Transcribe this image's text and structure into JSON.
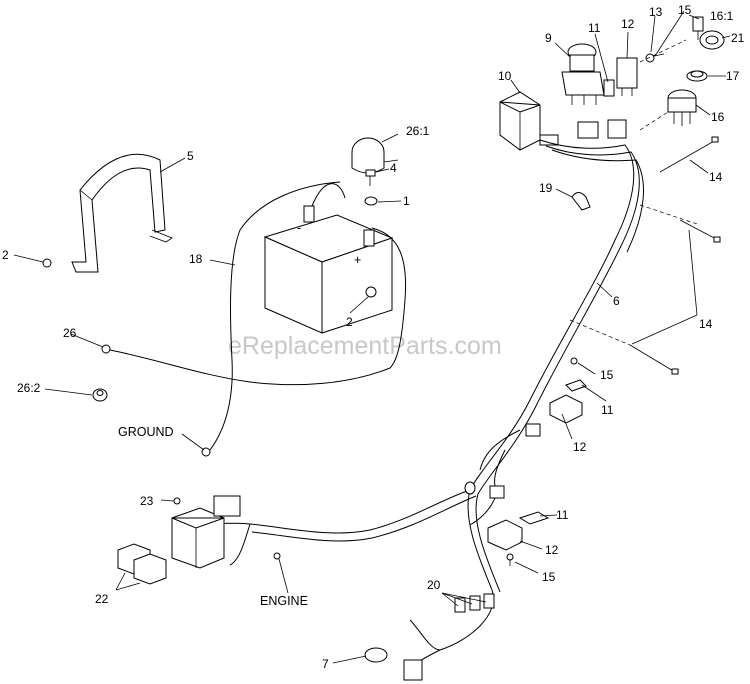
{
  "watermark": "eReplacementParts.com",
  "callouts": {
    "c1": "1",
    "c2a": "2",
    "c2b": "2",
    "c4": "4",
    "c5": "5",
    "c6": "6",
    "c7": "7",
    "c9": "9",
    "c10": "10",
    "c11a": "11",
    "c11b": "11",
    "c11c": "11",
    "c12a": "12",
    "c12b": "12",
    "c12c": "12",
    "c13": "13",
    "c14a": "14",
    "c14b": "14",
    "c15a": "15",
    "c15b": "15",
    "c15c": "15",
    "c16": "16",
    "c16_1": "16:1",
    "c17": "17",
    "c18": "18",
    "c19": "19",
    "c20": "20",
    "c21": "21",
    "c22": "22",
    "c23": "23",
    "c26": "26",
    "c26_1": "26:1",
    "c26_2": "26:2"
  },
  "words": {
    "ground": "GROUND",
    "engine": "ENGINE"
  },
  "battery": {
    "minus": "-",
    "plus": "+"
  }
}
